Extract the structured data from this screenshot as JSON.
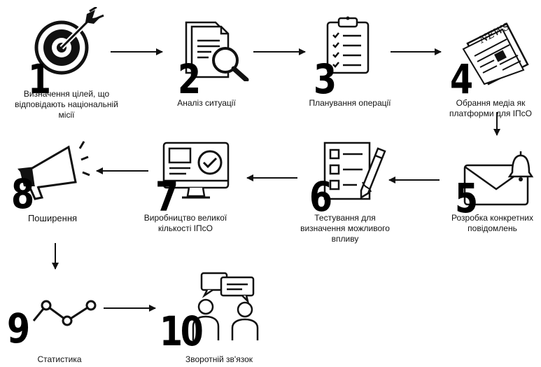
{
  "steps": [
    {
      "number": "1",
      "label": "Визначення цілей, що відповідають національній місії",
      "icon": "target-arrow-icon"
    },
    {
      "number": "2",
      "label": "Аналіз ситуації",
      "icon": "document-magnifier-icon"
    },
    {
      "number": "3",
      "label": "Планування операції",
      "icon": "clipboard-checklist-icon"
    },
    {
      "number": "4",
      "label": "Обрання медіа як платформи для ІПсО",
      "icon": "newspaper-icon"
    },
    {
      "number": "5",
      "label": "Розробка конкретних повідомлень",
      "icon": "envelope-bell-icon"
    },
    {
      "number": "6",
      "label": "Тестування для визначення можливого впливу",
      "icon": "checklist-pen-icon"
    },
    {
      "number": "7",
      "label": "Виробництво великої кількості ІПсО",
      "icon": "monitor-check-icon"
    },
    {
      "number": "8",
      "label": "Поширення",
      "icon": "megaphone-icon"
    },
    {
      "number": "9",
      "label": "Статистика",
      "icon": "line-stats-icon"
    },
    {
      "number": "10",
      "label": "Зворотній зв'язок",
      "icon": "people-dialogue-icon"
    }
  ],
  "newspaper_masthead": "NEWS"
}
